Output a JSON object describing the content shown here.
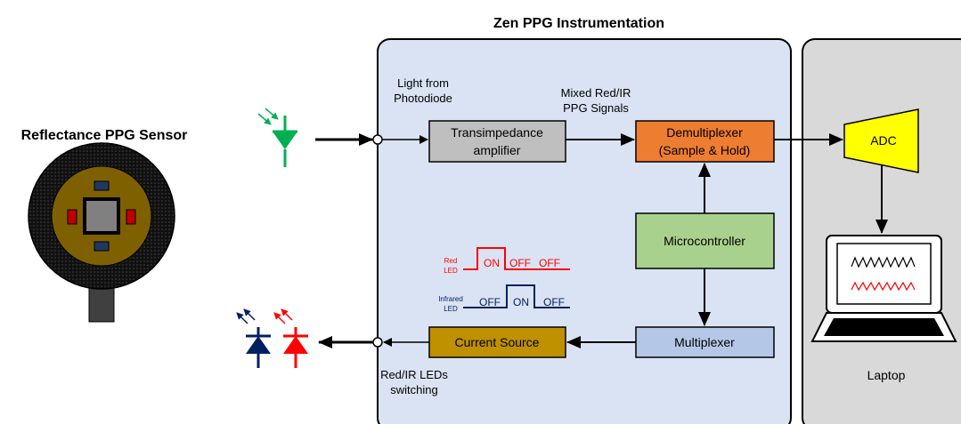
{
  "title": "Zen PPG Instrumentation",
  "sensor_title": "Reflectance PPG Sensor",
  "labels": {
    "light_in_1": "Light from",
    "light_in_2": "Photodiode",
    "mixed_1": "Mixed Red/IR",
    "mixed_2": "PPG Signals",
    "switch_1": "Red/IR LEDs",
    "switch_2": "switching",
    "laptop": "Laptop"
  },
  "blocks": {
    "tia_1": "Transimpedance",
    "tia_2": "amplifier",
    "demux_1": "Demultiplexer",
    "demux_2": "(Sample & Hold)",
    "mcu": "Microcontroller",
    "mux": "Multiplexer",
    "current": "Current Source",
    "adc": "ADC"
  },
  "timing": {
    "red_label_1": "Red",
    "red_label_2": "LED",
    "red_on": "ON",
    "red_off_1": "OFF",
    "red_off_2": "OFF",
    "ir_label_1": "Infrared",
    "ir_label_2": "LED",
    "ir_off_1": "OFF",
    "ir_on": "ON",
    "ir_off_2": "OFF"
  },
  "colors": {
    "panel": "#dae3f3",
    "laptop_panel": "#d9d9d9",
    "tia": "#bfbfbf",
    "demux": "#ed7d31",
    "mcu": "#a9d18e",
    "mux": "#b4c7e7",
    "current": "#bf9000",
    "adc": "#ffff00",
    "photodiode": "#00b050",
    "red_led": "#ff0000",
    "ir_led": "#002060"
  }
}
